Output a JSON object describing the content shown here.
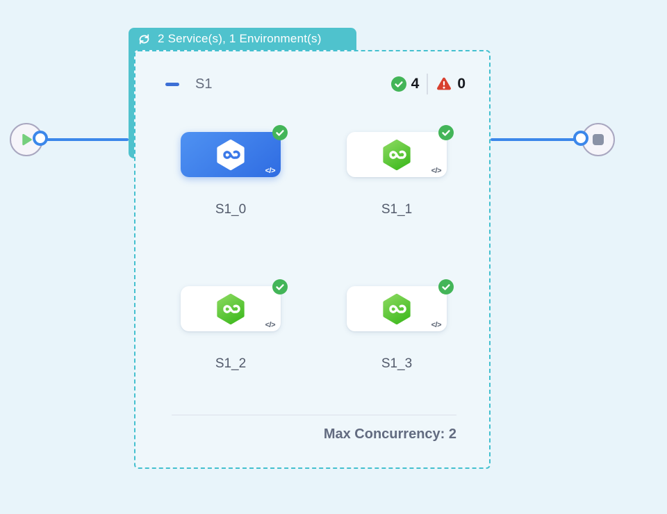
{
  "group_badge": {
    "label": "2 Service(s), 1 Environment(s)"
  },
  "stage": {
    "name": "S1",
    "success_count": "4",
    "failed_count": "0",
    "services": [
      {
        "label": "S1_0",
        "selected": true,
        "status": "success"
      },
      {
        "label": "S1_1",
        "selected": false,
        "status": "success"
      },
      {
        "label": "S1_2",
        "selected": false,
        "status": "success"
      },
      {
        "label": "S1_3",
        "selected": false,
        "status": "success"
      }
    ],
    "max_concurrency_label": "Max Concurrency: 2"
  },
  "icons": {
    "badge": "cycle-icon",
    "start": "play-icon",
    "end": "stop-icon",
    "success": "check-circle-icon",
    "failed": "warning-triangle-icon",
    "service": "harness-hexagon-icon",
    "code": "</>"
  },
  "colors": {
    "page_bg": "#e8f4fa",
    "group_teal": "#4fc2cd",
    "dashed_border": "#44c0cf",
    "edge_blue": "#3b87ea",
    "success_green": "#43b558",
    "error_red": "#d8402f",
    "selected_card_blue": "#3e7ef0",
    "service_green": "#5cc836",
    "play_green": "#76cf7d",
    "stop_gray": "#8a92a6"
  }
}
